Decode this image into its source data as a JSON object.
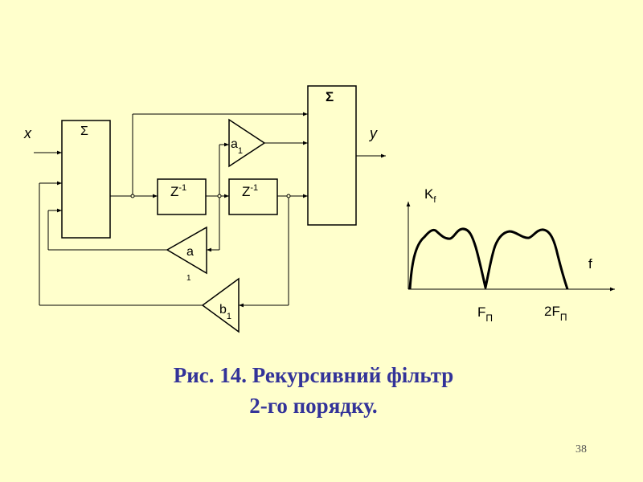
{
  "diagram": {
    "input_label": "x",
    "output_label": "y",
    "sum_left_symbol": "Σ",
    "sum_right_symbol": "Σ",
    "delay1": {
      "base": "Z",
      "exp": "-1"
    },
    "delay2": {
      "base": "Z",
      "exp": "-1"
    },
    "coef_a1": {
      "base": "a",
      "sub": "1"
    },
    "coef_a": {
      "base": "a",
      "sub": "1"
    },
    "coef_b1": {
      "base": "b",
      "sub": "1"
    }
  },
  "graph": {
    "y_axis": {
      "base": "K",
      "sub": "f"
    },
    "x_axis": "f",
    "tick1": {
      "base": "F",
      "sub": "П"
    },
    "tick2": {
      "base": "2F",
      "sub": "П"
    }
  },
  "caption": {
    "line1": "Рис. 14. Рекурсивний фільтр",
    "line2": "2-го порядку."
  },
  "page_number": "38"
}
